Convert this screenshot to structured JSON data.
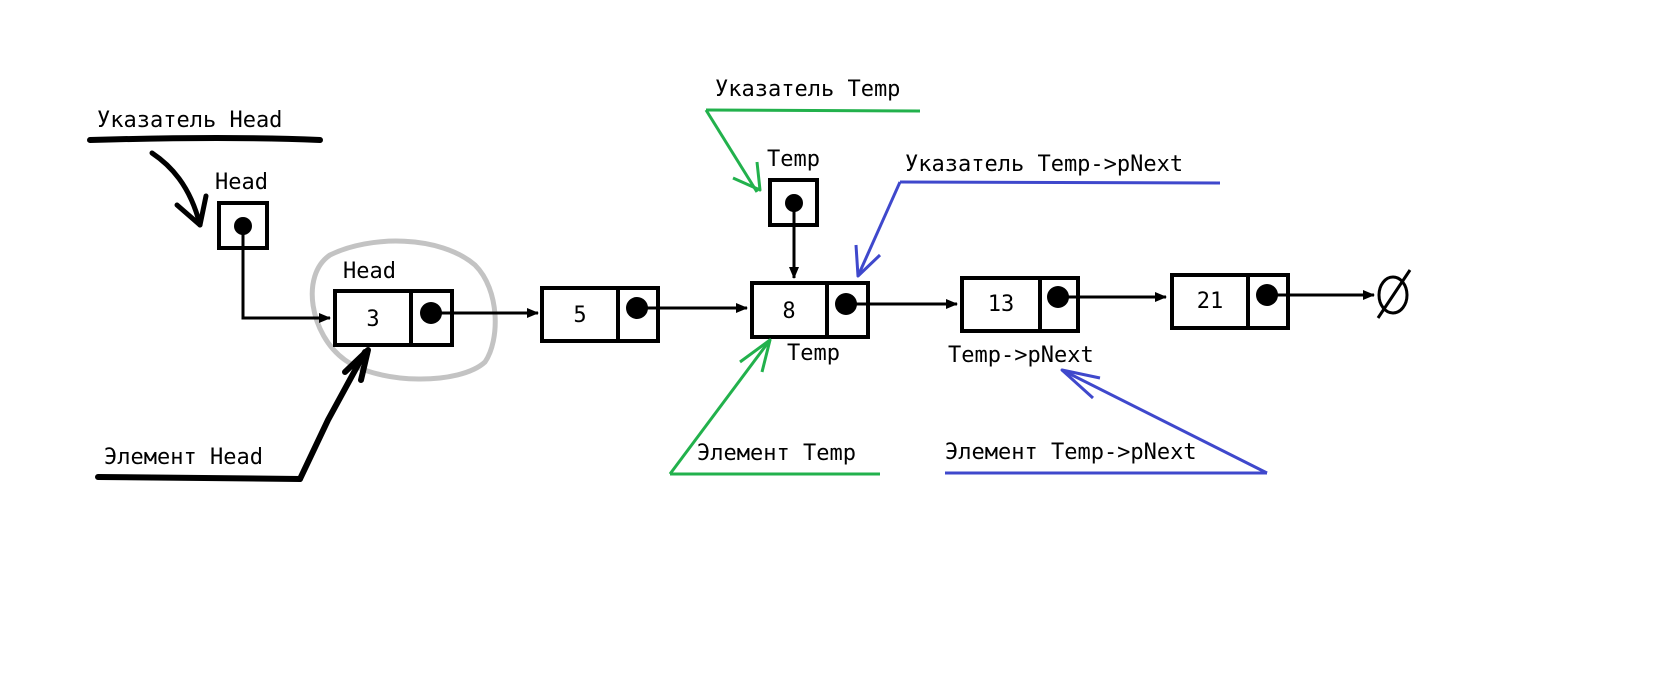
{
  "labels": {
    "pointer_head": "Указатель Head",
    "head_ptr_box": "Head",
    "head_node": "Head",
    "element_head": "Элемент Head",
    "pointer_temp": "Указатель Temp",
    "temp_ptr_box": "Temp",
    "temp_node": "Temp",
    "element_temp": "Элемент Temp",
    "pointer_temp_pnext": "Указатель Temp->pNext",
    "temp_pnext_node": "Temp->pNext",
    "element_temp_pnext": "Элемент Temp->pNext"
  },
  "nodes": [
    {
      "value": "3"
    },
    {
      "value": "5"
    },
    {
      "value": "8"
    },
    {
      "value": "13"
    },
    {
      "value": "21"
    }
  ],
  "null_symbol": "Ø",
  "colors": {
    "ink": "#000000",
    "green": "#22b14c",
    "blue": "#3f48cc",
    "gray": "#c3c3c3"
  }
}
